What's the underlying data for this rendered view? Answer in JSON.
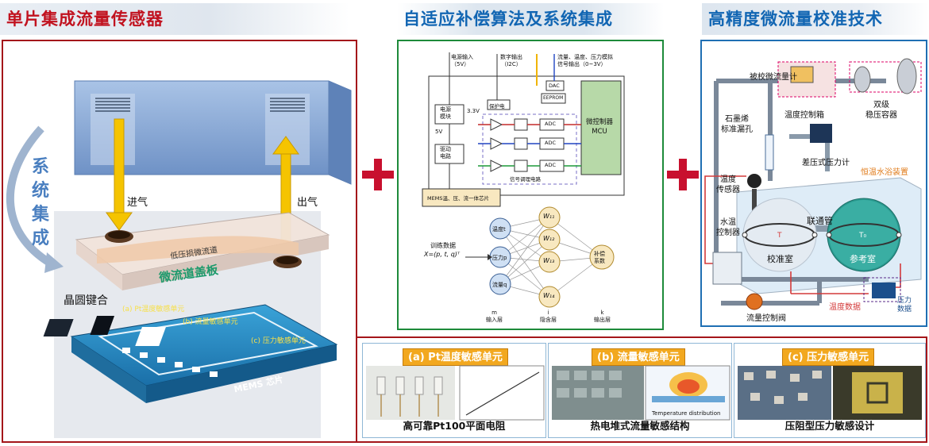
{
  "headers": {
    "left": "单片集成流量传感器",
    "middle": "自适应补偿算法及系统集成",
    "right": "高精度微流量校准技术"
  },
  "left_panel": {
    "side_text": [
      "系",
      "统",
      "集",
      "成"
    ],
    "inlet": "进气",
    "outlet": "出气",
    "channel_label": "低压损微流道",
    "cover_label": "微流道盖板",
    "wafer_bond": "晶圆键合",
    "chip_label": "MEMS 芯片",
    "chip_parts": [
      "(a) Pt温度敏感单元",
      "(b) 流量敏感单元",
      "(c) 压力敏感单元"
    ]
  },
  "middle_panel": {
    "supply_in": "电源输入\n（5V）",
    "digital_out": "数字输出\n（I2C）",
    "analog_out": "流量、温度、压力模拟\n信号输出（0~3V）",
    "power_module": "电源\n模块",
    "v33": "3.3V",
    "v5": "5V",
    "drive": "驱动\n电路",
    "protect": "保护电",
    "dac": "DAC",
    "eeprom": "EEPROM",
    "adc": "ADC",
    "mcu": "微控制器\nMCU",
    "cond": "信号调理电路",
    "chip": "MEMS温、压、流一体芯片",
    "train_data": "训练数据",
    "x_formula": "X=(p, t, q)ᵀ",
    "inputs": [
      "温度t",
      "压力p",
      "流量q"
    ],
    "hidden": [
      "W₁₁",
      "W₁₂",
      "W₁₃",
      "W₁₄"
    ],
    "output": "补偿\n系数",
    "layers": [
      "m\n输入层",
      "i\n隐含层",
      "k\n输出层"
    ]
  },
  "right_panel": {
    "meter": "被校微流量计",
    "temp_box": "温度控制箱",
    "stabilizer": "双级\n稳压容器",
    "leak": "石墨烯\n标准漏孔",
    "dp_meter": "差压式压力计",
    "bath": "恒温水浴装置",
    "temp_sensor": "温度\n传感器",
    "water_ctrl": "水温\n控制器",
    "link_pipe": "联通管",
    "cal_chamber": "校准室",
    "ref_chamber": "参考室",
    "t_label": "T",
    "t0_label": "T₀",
    "temp_data": "温度数据",
    "pressure_data": "压力\n数据",
    "flow_valve": "流量控制阀"
  },
  "bottom": {
    "a_title": "(a) Pt温度敏感单元",
    "a_cap": "高可靠Pt100平面电阻",
    "b_title": "(b) 流量敏感单元",
    "b_cap": "热电堆式流量敏感结构",
    "b_inner": "Temperature distribution",
    "c_title": "(c) 压力敏感单元",
    "c_cap": "压阻型压力敏感设计"
  },
  "colors": {
    "red_frame": "#a4161a",
    "green_frame": "#1d8a3a",
    "blue_frame": "#1f6fb3",
    "arrow_yellow": "#f5c400"
  }
}
